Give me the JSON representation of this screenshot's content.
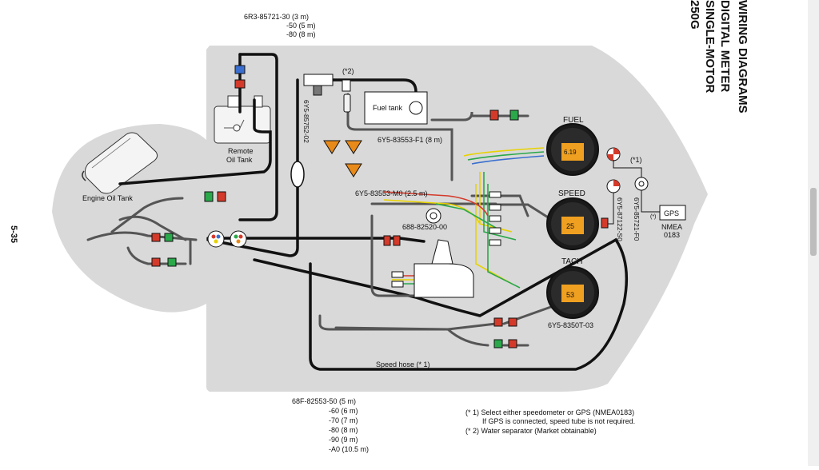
{
  "title": {
    "line1": "WIRING DIAGRAMS",
    "line2": "DIGITAL METER",
    "line3": "SINGLE-MOTOR",
    "line4": "250G"
  },
  "page_number": "5-35",
  "components": {
    "engine_oil_tank": "Engine Oil Tank",
    "remote_oil_tank_1": "Remote",
    "remote_oil_tank_2": "Oil Tank",
    "fuel_tank": "Fuel tank",
    "gps_box": "GPS",
    "gps_caption_1": "NMEA",
    "gps_caption_2": "0183"
  },
  "gauges": [
    {
      "label": "FUEL",
      "display": "6.19"
    },
    {
      "label": "SPEED",
      "display": "25"
    },
    {
      "label": "TACH",
      "display": "53"
    }
  ],
  "part_numbers": {
    "p1_line1": "6R3-85721-30 (3 m)",
    "p1_line2": "-50 (5 m)",
    "p1_line3": "-80 (8 m)",
    "p_6y5_85752": "6Y5-85752-02",
    "p_f1": "6Y5-83553-F1 (8 m)",
    "p_m0": "6Y5-83553-M0 (2.5 m)",
    "p_688": "688-82520-00",
    "p_87122": "6Y5-87122-S0",
    "p_85721": "6Y5-85721-F0",
    "p_8350t": "6Y5-8350T-03",
    "p_68f_line1": "68F-82553-50 (5 m)",
    "p_68f_line2": "-60 (6 m)",
    "p_68f_line3": "-70 (7 m)",
    "p_68f_line4": "-80 (8 m)",
    "p_68f_line5": "-90 (9 m)",
    "p_68f_line6": "-A0 (10.5 m)"
  },
  "annotations": {
    "star2": "(*2)",
    "star1": "(*1)",
    "star_small": "(*)",
    "speed_hose": "Speed hose (* 1)"
  },
  "notes": {
    "n1_line1": "(* 1) Select either speedometer or GPS (NMEA0183)",
    "n1_line2": "If GPS is connected, speed tube is not required.",
    "n2": "(* 2) Water separator (Market obtainable)"
  },
  "colors": {
    "background_region": "#d9d9d9",
    "cable": "#111111",
    "gauge_display": "#f0a020",
    "wire_yellow": "#e8d200",
    "wire_green": "#2aa84a",
    "wire_red": "#d43a2a",
    "wire_blue": "#3a6fd0",
    "warning_orange": "#e88a1a"
  }
}
